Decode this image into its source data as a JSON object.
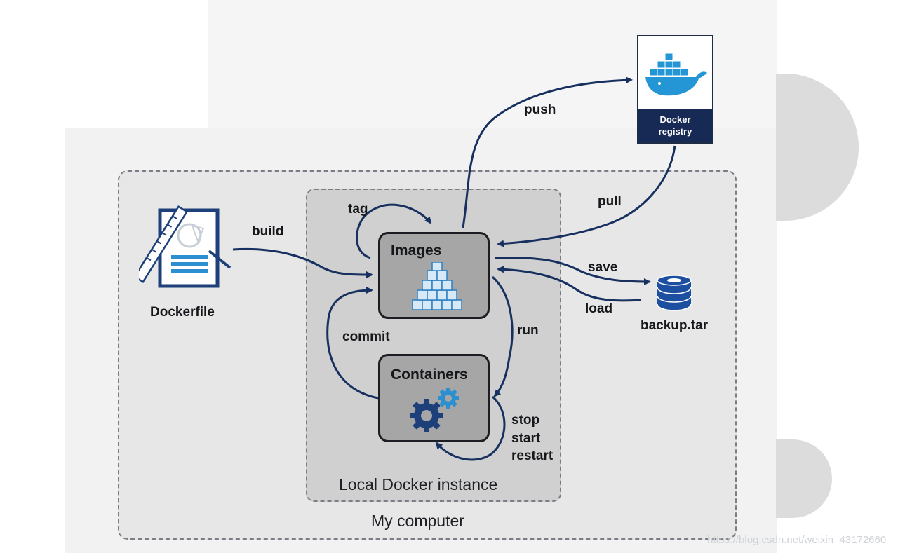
{
  "nodes": {
    "images": "Images",
    "containers": "Containers",
    "dockerfile": "Dockerfile",
    "backup": "backup.tar",
    "registry_line1": "Docker",
    "registry_line2": "registry"
  },
  "edges": {
    "build": "build",
    "tag": "tag",
    "push": "push",
    "pull": "pull",
    "save": "save",
    "load": "load",
    "commit": "commit",
    "run": "run",
    "stop": "stop",
    "start": "start",
    "restart": "restart"
  },
  "regions": {
    "local_instance": "Local Docker instance",
    "my_computer": "My computer"
  },
  "watermark": "https://blog.csdn.net/weixin_43172660",
  "colors": {
    "arrow": "#17305f",
    "node_fill": "#a5a6a5",
    "registry_bar": "#162a55",
    "accent_blue": "#2c7fc0"
  }
}
